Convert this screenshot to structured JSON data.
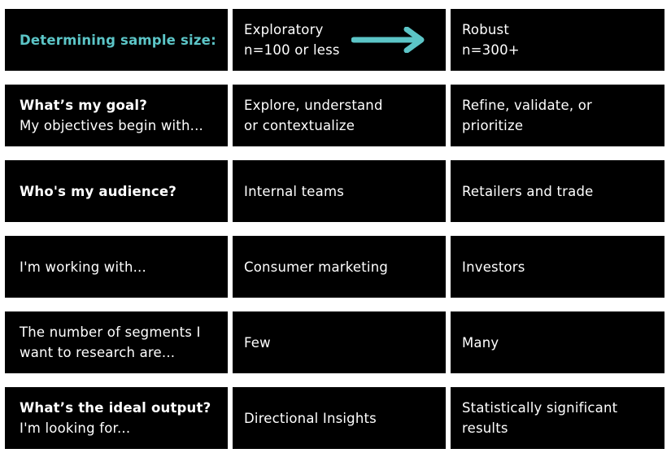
{
  "header": {
    "title": "Determining sample size:",
    "left_tier": [
      "Exploratory",
      "n=100 or less"
    ],
    "right_tier": [
      "Robust",
      "n=300+"
    ],
    "accent_color": "#5cc5c7"
  },
  "rows": [
    {
      "label_bold": "What’s my goal?",
      "label_sub": "My objectives begin with...",
      "exploratory": [
        "Explore, understand",
        "or contextualize"
      ],
      "robust": [
        "Refine, validate, or",
        "prioritize"
      ]
    },
    {
      "label_bold": "Who's my audience?",
      "label_sub": "",
      "exploratory": [
        "Internal teams"
      ],
      "robust": [
        "Retailers and trade"
      ]
    },
    {
      "label_bold": "",
      "label_sub": "I'm working with...",
      "exploratory": [
        "Consumer marketing"
      ],
      "robust": [
        "Investors"
      ]
    },
    {
      "label_bold": "",
      "label_sub": "The number of segments I",
      "label_sub2": "want to research are...",
      "exploratory": [
        "Few"
      ],
      "robust": [
        "Many"
      ]
    },
    {
      "label_bold": "What’s the ideal output?",
      "label_sub": "I'm looking for...",
      "exploratory": [
        "Directional Insights"
      ],
      "robust": [
        "Statistically significant",
        "results"
      ]
    }
  ]
}
